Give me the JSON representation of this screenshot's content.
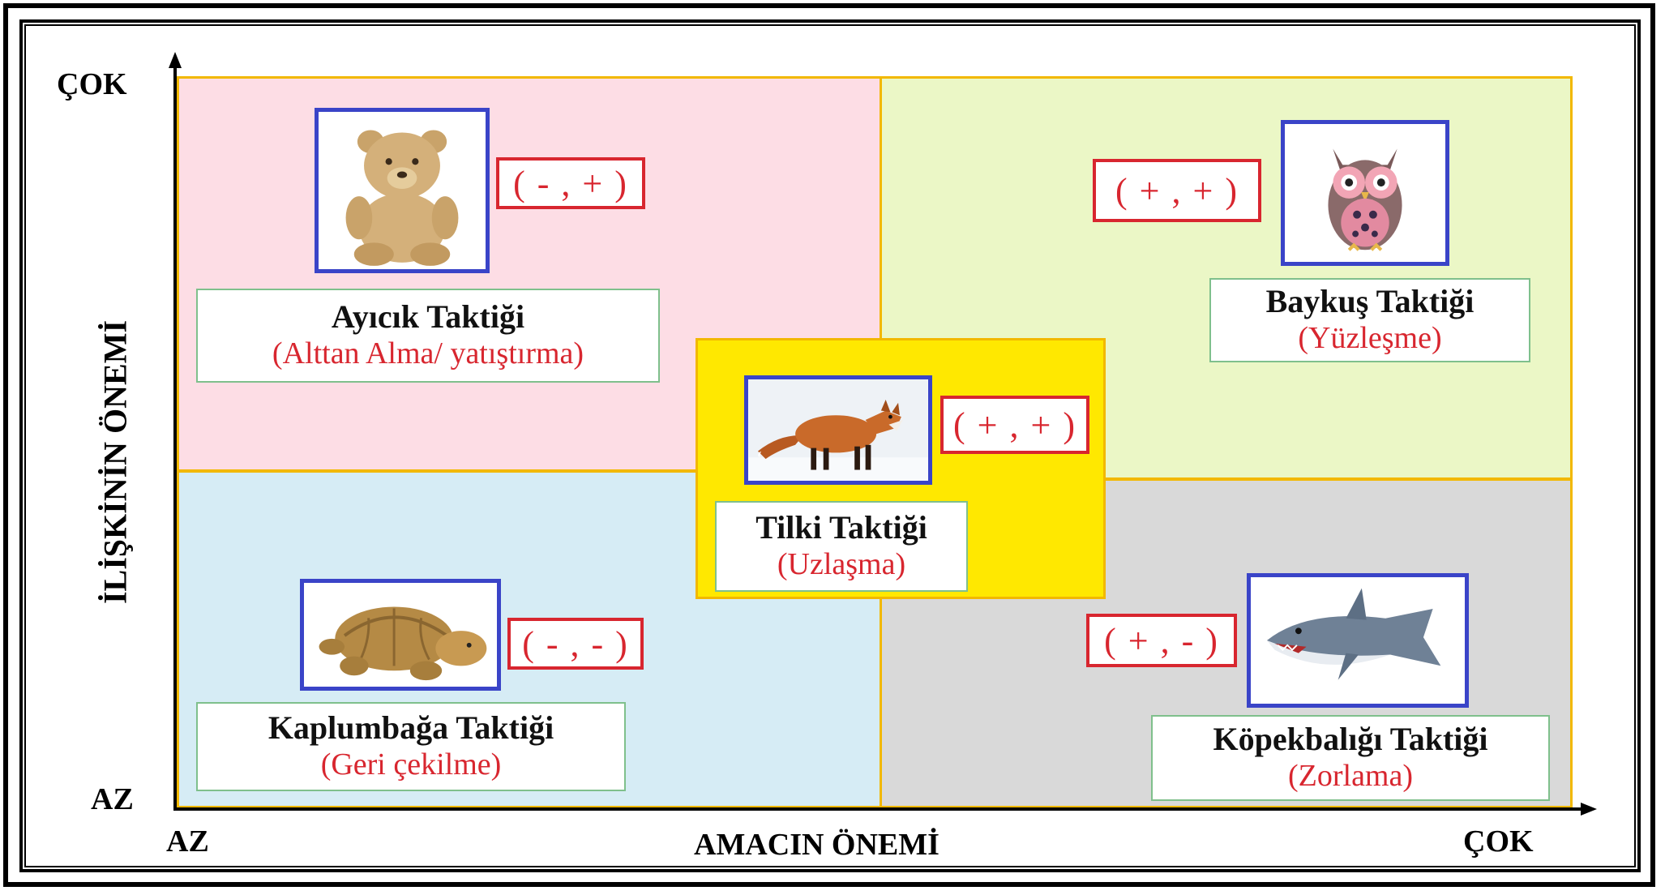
{
  "axes": {
    "y_label": "İLİŞKİNİN ÖNEMİ",
    "x_label": "AMACIN ÖNEMİ",
    "y_high": "ÇOK",
    "y_low": "AZ",
    "x_low": "AZ",
    "x_high": "ÇOK"
  },
  "tactics": {
    "bear": {
      "title": "Ayıcık Taktiği",
      "subtitle": "(Alttan Alma/ yatıştırma)",
      "sign": "( - , + )",
      "icon": "teddy-bear-icon"
    },
    "owl": {
      "title": "Baykuş Taktiği",
      "subtitle": "(Yüzleşme)",
      "sign": "( + , + )",
      "icon": "owl-icon"
    },
    "fox": {
      "title": "Tilki Taktiği",
      "subtitle": "(Uzlaşma)",
      "sign": "( + , + )",
      "icon": "fox-icon"
    },
    "turtle": {
      "title": "Kaplumbağa Taktiği",
      "subtitle": "(Geri çekilme)",
      "sign": "( - , - )",
      "icon": "turtle-icon"
    },
    "shark": {
      "title": "Köpekbalığı Taktiği",
      "subtitle": "(Zorlama)",
      "sign": "( + , - )",
      "icon": "shark-icon"
    }
  },
  "colors": {
    "quadrant_top_left": "#fddde5",
    "quadrant_top_right": "#ebf7c6",
    "quadrant_bottom_left": "#d6ecf5",
    "quadrant_bottom_right": "#d9d9d9",
    "center_box": "#ffe800",
    "sign_red": "#d8262f",
    "image_border": "#3a44c8"
  }
}
